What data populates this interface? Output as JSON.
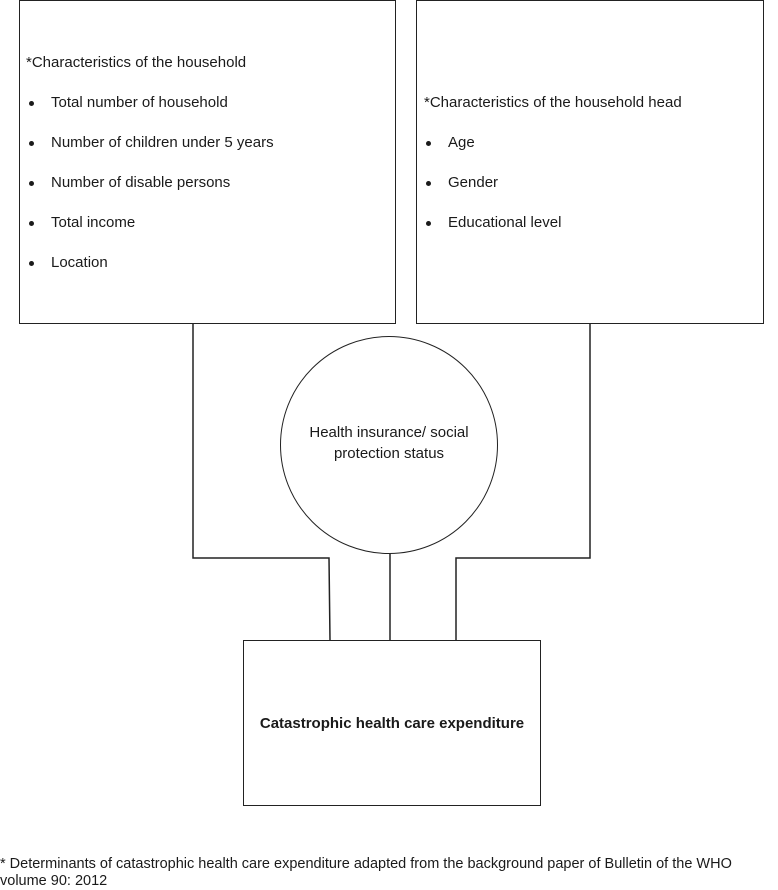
{
  "household_box": {
    "heading": "*Characteristics of the household",
    "items": [
      "Total number of household",
      "Number of children under 5 years",
      "Number of disable persons",
      "Total income",
      "Location"
    ]
  },
  "household_head_box": {
    "heading": "*Characteristics of the household head",
    "items": [
      "Age",
      "Gender",
      "Educational level"
    ]
  },
  "insurance_circle": {
    "line1": "Health insurance/ social",
    "line2": "protection status"
  },
  "outcome_box": {
    "label": "Catastrophic health care expenditure"
  },
  "footnote": {
    "line1": "* Determinants of catastrophic health care expenditure adapted from the background paper of Bulletin of the WHO",
    "line2": "volume 90: 2012"
  }
}
